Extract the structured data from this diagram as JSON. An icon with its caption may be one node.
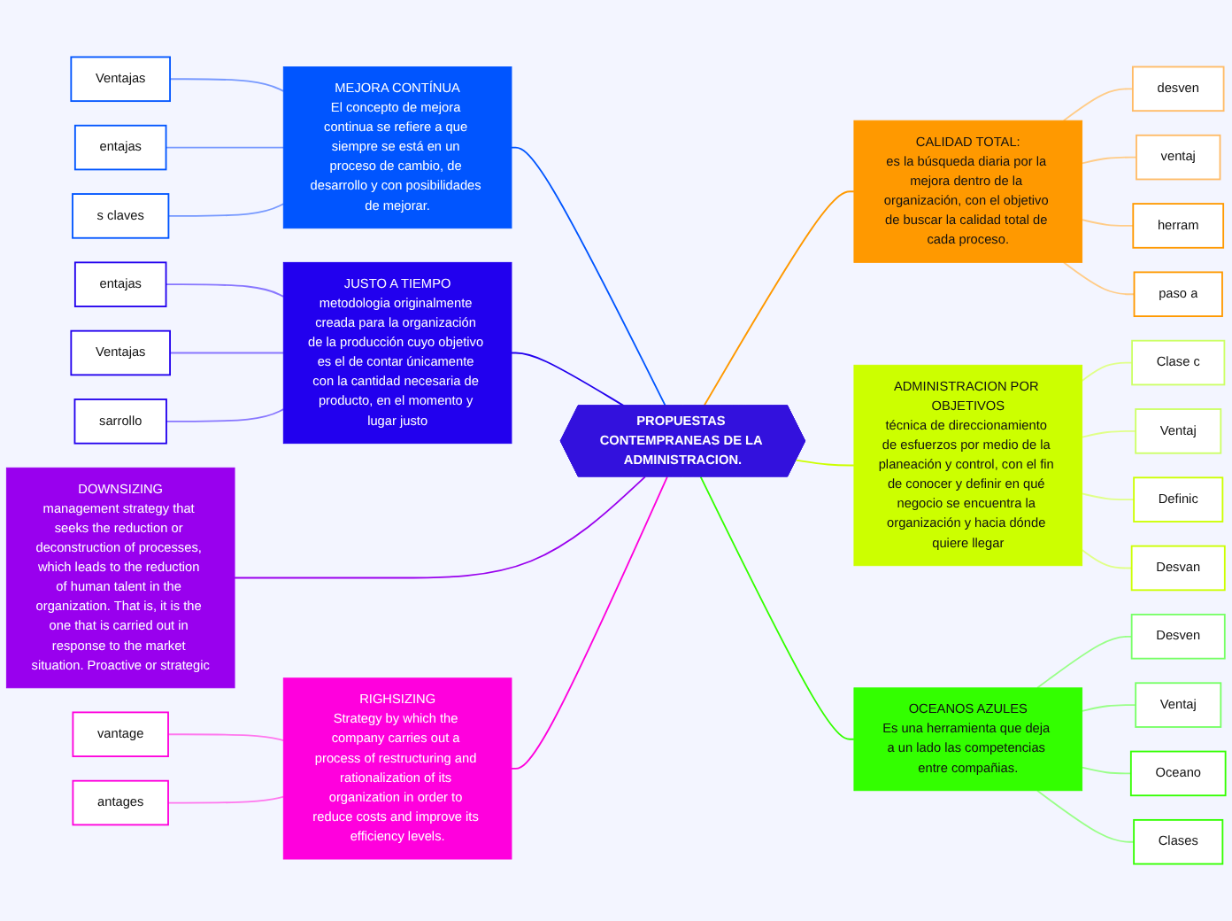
{
  "diagram": {
    "nodes": [
      {
        "text": [
          "PROPUESTAS CONTEMPRANEAS DE LA ADMINISTRACION."
        ]
      },
      {
        "text": [
          "MEJORA CONTÍNUA",
          "El concepto de mejora continua se refiere a que siempre se está en un proceso de cambio, de desarrollo y con posibilidades de mejorar."
        ]
      },
      {
        "text": [
          "Ventajas"
        ]
      },
      {
        "text": [
          "entajas"
        ]
      },
      {
        "text": [
          "s claves"
        ]
      },
      {
        "text": [
          "JUSTO A TIEMPO",
          "metodologia originalmente creada para la organización de la producción cuyo objetivo es el de contar únicamente con la cantidad necesaria de producto, en el momento y lugar justo"
        ]
      },
      {
        "text": [
          "entajas"
        ]
      },
      {
        "text": [
          "Ventajas"
        ]
      },
      {
        "text": [
          "sarrollo"
        ]
      },
      {
        "text": [
          "DOWNSIZING",
          "management strategy that seeks the reduction or deconstruction of processes, which leads to the reduction of human talent in the organization. That is, it is the one that is carried out in response to the market situation. Proactive or strategic"
        ]
      },
      {
        "text": [
          "RIGHSIZING",
          "Strategy by which the company carries out a process of restructuring and rationalization of its organization in order to reduce costs and improve its efficiency levels."
        ]
      },
      {
        "text": [
          "vantage"
        ]
      },
      {
        "text": [
          "antages"
        ]
      },
      {
        "text": [
          "CALIDAD TOTAL:",
          "es la búsqueda diaria por la mejora dentro de la organización, con el objetivo de buscar la calidad total de cada proceso."
        ]
      },
      {
        "text": [
          "desven"
        ]
      },
      {
        "text": [
          "ventaj"
        ]
      },
      {
        "text": [
          "herram"
        ]
      },
      {
        "text": [
          "paso a"
        ]
      },
      {
        "text": [
          "ADMINISTRACION POR OBJETIVOS",
          "técnica de direccionamiento de esfuerzos por medio de la planeación y control, con el fin de conocer y definir en qué negocio se encuentra la organización y hacia dónde quiere llegar"
        ]
      },
      {
        "text": [
          "Clase c"
        ]
      },
      {
        "text": [
          "Ventaj"
        ]
      },
      {
        "text": [
          "Definic"
        ]
      },
      {
        "text": [
          "Desvan"
        ]
      },
      {
        "text": [
          "OCEANOS AZULES",
          "Es una herramienta que deja a un lado las competencias entre compañias."
        ]
      },
      {
        "text": [
          "Desven"
        ]
      },
      {
        "text": [
          "Ventaj"
        ]
      },
      {
        "text": [
          "Oceano"
        ]
      },
      {
        "text": [
          "Clases"
        ]
      }
    ],
    "edges": [
      {
        "from": 2,
        "to": 1,
        "arrow": "none",
        "color": "#7799ff"
      },
      {
        "from": 3,
        "to": 1,
        "arrow": "none",
        "color": "#7799ff"
      },
      {
        "from": 4,
        "to": 1,
        "arrow": "none",
        "color": "#7799ff"
      },
      {
        "from": 1,
        "to": 0,
        "arrow": "none",
        "color": "#0055ff"
      },
      {
        "from": 6,
        "to": 5,
        "arrow": "none",
        "color": "#8877ff"
      },
      {
        "from": 7,
        "to": 5,
        "arrow": "none",
        "color": "#8877ff"
      },
      {
        "from": 8,
        "to": 5,
        "arrow": "none",
        "color": "#8877ff"
      },
      {
        "from": 5,
        "to": 0,
        "arrow": "none",
        "color": "#2200ee"
      },
      {
        "from": 9,
        "to": 0,
        "arrow": "none",
        "color": "#9900ee"
      },
      {
        "from": 11,
        "to": 10,
        "arrow": "none",
        "color": "#ff77ee"
      },
      {
        "from": 12,
        "to": 10,
        "arrow": "none",
        "color": "#ff77ee"
      },
      {
        "from": 10,
        "to": 0,
        "arrow": "none",
        "color": "#ff00dd"
      },
      {
        "from": 0,
        "to": 13,
        "arrow": "none",
        "color": "#ff9900"
      },
      {
        "from": 13,
        "to": 14,
        "arrow": "none",
        "color": "#ffcc88"
      },
      {
        "from": 13,
        "to": 15,
        "arrow": "none",
        "color": "#ffcc88"
      },
      {
        "from": 13,
        "to": 16,
        "arrow": "none",
        "color": "#ffcc88"
      },
      {
        "from": 13,
        "to": 17,
        "arrow": "none",
        "color": "#ffcc88"
      },
      {
        "from": 0,
        "to": 18,
        "arrow": "none",
        "color": "#ccff00"
      },
      {
        "from": 18,
        "to": 19,
        "arrow": "none",
        "color": "#e0ff88"
      },
      {
        "from": 18,
        "to": 20,
        "arrow": "none",
        "color": "#e0ff88"
      },
      {
        "from": 18,
        "to": 21,
        "arrow": "none",
        "color": "#e0ff88"
      },
      {
        "from": 18,
        "to": 22,
        "arrow": "none",
        "color": "#e0ff88"
      },
      {
        "from": 0,
        "to": 23,
        "arrow": "none",
        "color": "#33ff00"
      },
      {
        "from": 23,
        "to": 24,
        "arrow": "none",
        "color": "#99ff88"
      },
      {
        "from": 23,
        "to": 25,
        "arrow": "none",
        "color": "#99ff88"
      },
      {
        "from": 23,
        "to": 26,
        "arrow": "none",
        "color": "#99ff88"
      },
      {
        "from": 23,
        "to": 27,
        "arrow": "none",
        "color": "#99ff88"
      }
    ]
  }
}
